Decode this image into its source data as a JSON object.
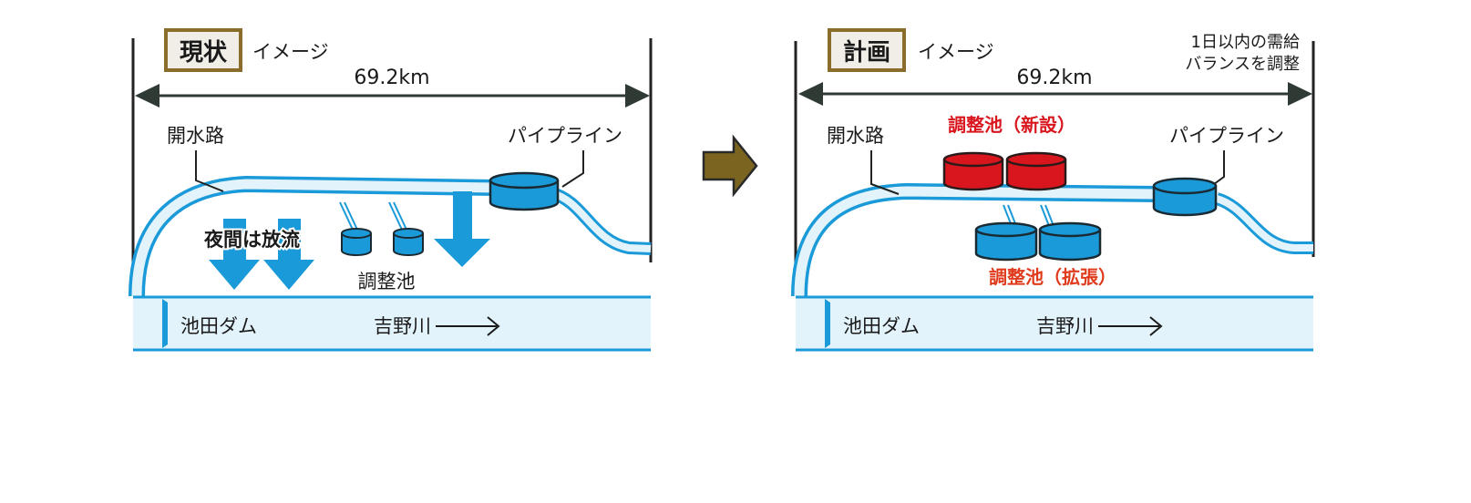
{
  "colors": {
    "water_blue": "#1a9ad8",
    "water_fill": "#e3f3fc",
    "new_pond_red": "#d9161e",
    "expand_label_red": "#e03a1c",
    "arrow_olive": "#7a6420",
    "title_box_border": "#8a6d2a",
    "title_box_fill": "#f1eee7",
    "dark": "#2a2a2a"
  },
  "current": {
    "title_box": "現状",
    "title_suffix": "イメージ",
    "distance": "69.2km",
    "canal_label": "開水路",
    "pipeline_label": "パイプライン",
    "night_release_label": "夜間は放流",
    "pond_label": "調整池",
    "dam_label": "池田ダム",
    "river_label": "吉野川"
  },
  "plan": {
    "title_box": "計画",
    "title_suffix": "イメージ",
    "distance": "69.2km",
    "note_line1": "1日以内の需給",
    "note_line2": "バランスを調整",
    "canal_label": "開水路",
    "pipeline_label": "パイプライン",
    "new_pond_label": "調整池（新設）",
    "expanded_pond_label": "調整池（拡張）",
    "dam_label": "池田ダム",
    "river_label": "吉野川"
  },
  "transition_arrow": "arrow-right-icon"
}
